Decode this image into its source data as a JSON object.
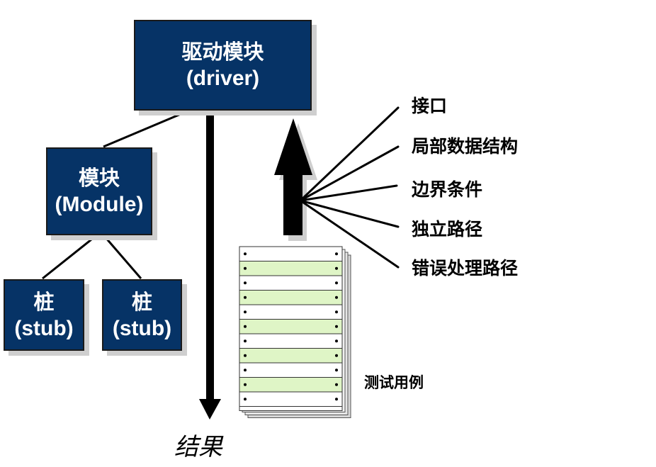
{
  "driver": {
    "line1": "驱动模块",
    "line2": "(driver)"
  },
  "module": {
    "line1": "模块",
    "line2": "(Module)"
  },
  "stubs": [
    {
      "line1": "桩",
      "line2": "(stub)"
    },
    {
      "line1": "桩",
      "line2": "(stub)"
    }
  ],
  "test_items": [
    "接口",
    "局部数据结构",
    "边界条件",
    "独立路径",
    "错误处理路径"
  ],
  "test_case_label": "测试用例",
  "result_label": "结果",
  "colors": {
    "box_fill": "#063366",
    "card_green": "#dff5c6",
    "card_white": "#ffffff",
    "line": "#000000"
  }
}
